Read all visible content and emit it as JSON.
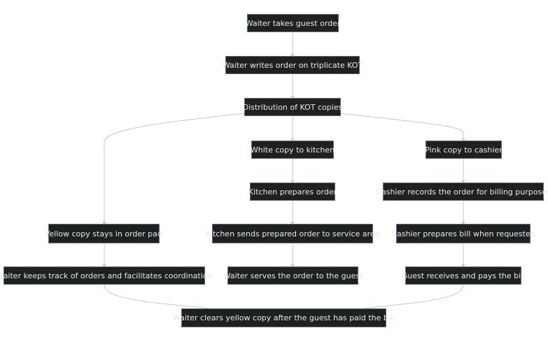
{
  "diagram": {
    "nodes": {
      "take_order": "Waiter takes guest order",
      "write_kot": "Waiter writes order on triplicate KOT",
      "distribution": "Distribution of KOT copies",
      "white_copy": "White copy to kitchen",
      "pink_copy": "Pink copy to cashier",
      "kitchen_prepares": "Kitchen prepares order",
      "cashier_records": "Cashier records the order for billing purposes",
      "yellow_copy": "Yellow copy stays in order pad",
      "kitchen_sends": "Kitchen sends prepared order to service area",
      "cashier_bill": "Cashier prepares bill when requested",
      "waiter_track": "Waiter keeps track of orders and facilitates coordination",
      "waiter_serves": "Waiter serves the order to the guest",
      "guest_pays": "Guest receives and pays the bill",
      "waiter_clears": "Waiter clears yellow copy after the guest has paid the bill"
    }
  },
  "colors": {
    "node_fill": "#1f2020",
    "node_border": "#5a6f8a",
    "node_text": "#e8e8e8",
    "edge": "#c8c8c8"
  }
}
